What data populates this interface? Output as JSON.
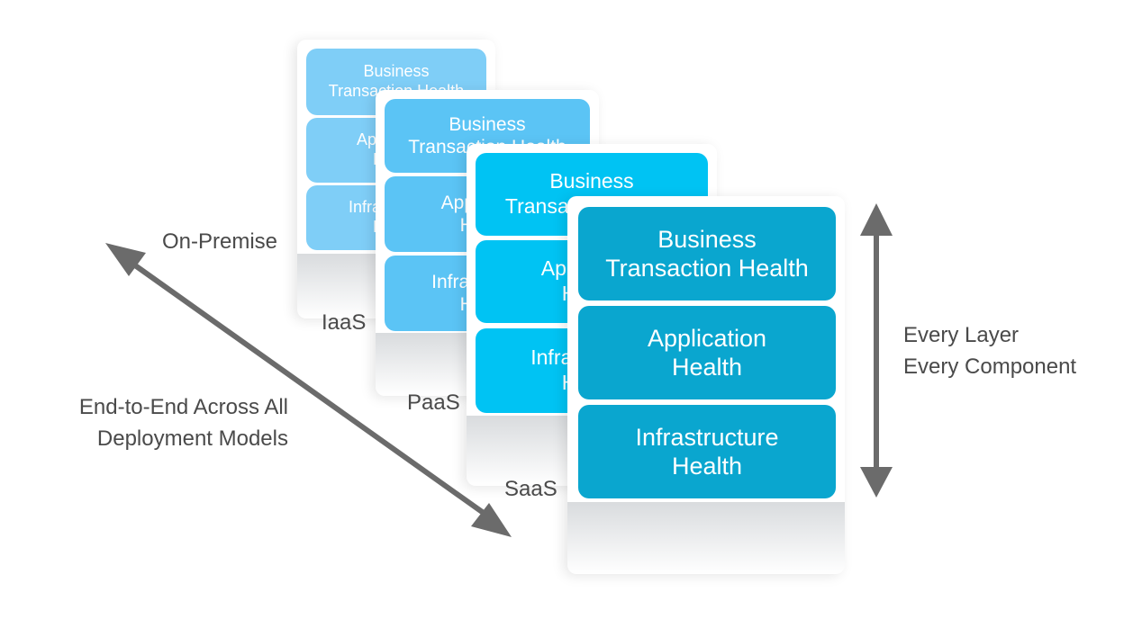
{
  "colors": {
    "iaas": "#7fcef7",
    "paas": "#5bc4f5",
    "saas": "#00c3f3",
    "main": "#0aa6cf",
    "label": "#4a4a4a",
    "arrow": "#6b6b6b"
  },
  "deployment_models": [
    {
      "name": "IaaS",
      "layers": [
        "Business\nTransaction Health",
        "Application\nHealth",
        "Infrastructure\nHealth"
      ]
    },
    {
      "name": "PaaS",
      "layers": [
        "Business\nTransaction Health",
        "Application\nHealth",
        "Infrastructure\nHealth"
      ]
    },
    {
      "name": "SaaS",
      "layers": [
        "Business\nTransaction Health",
        "Application\nHealth",
        "Infrastructure\nHealth"
      ]
    }
  ],
  "main_stack": {
    "layers": [
      "Business\nTransaction Health",
      "Application\nHealth",
      "Infrastructure\nHealth"
    ]
  },
  "labels": {
    "on_premise": "On-Premise",
    "end_to_end": "End-to-End Across All\nDeployment Models",
    "every_layer": "Every Layer\nEvery Component"
  }
}
